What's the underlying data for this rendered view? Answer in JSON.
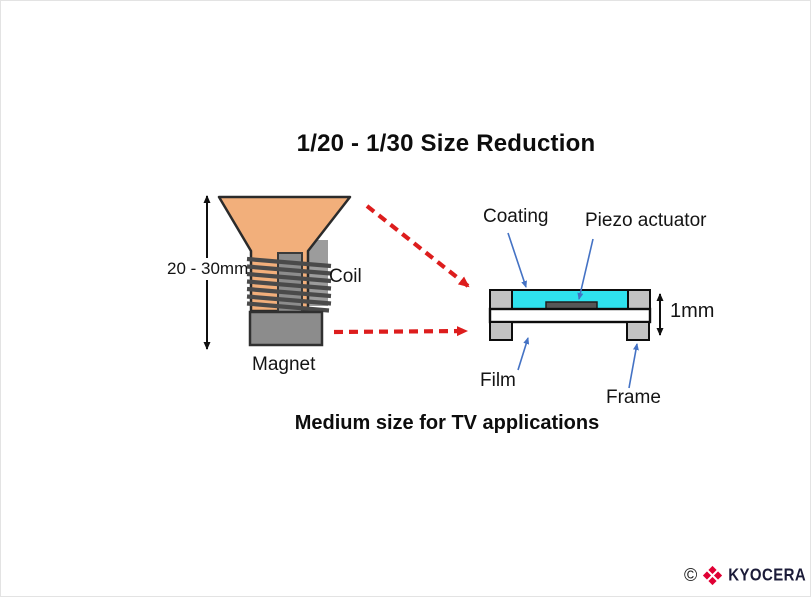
{
  "slide": {
    "title": "1/20 - 1/30 Size Reduction",
    "caption": "Medium size for TV applications"
  },
  "speaker": {
    "height_dim": "20 - 30mm",
    "coil_label": "Coil",
    "magnet_label": "Magnet"
  },
  "piezo": {
    "coating_label": "Coating",
    "actuator_label": "Piezo actuator",
    "film_label": "Film",
    "frame_label": "Frame",
    "thickness_dim": "1mm"
  },
  "footer": {
    "copyright": "©",
    "brand": "KYOCERA"
  },
  "colors": {
    "cone_orange": "#F2AF7B",
    "coating_cyan": "#2FE2EE",
    "arrow_red": "#DD1D1D",
    "annotation_blue": "#4472C4",
    "block_gray": "#C3C3C3",
    "magnet_gray": "#8C8C8C",
    "stripe_dark": "#4A4A4A",
    "logo_red": "#E00034",
    "logo_text": "#1B1B38"
  }
}
